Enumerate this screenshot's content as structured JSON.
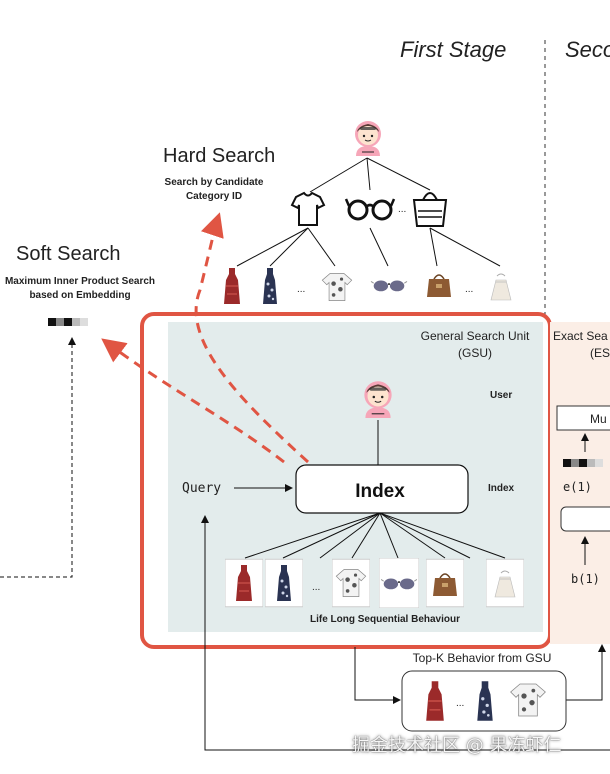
{
  "stages": {
    "first": "First Stage",
    "second": "Seco"
  },
  "hard_search": {
    "title": "Hard Search",
    "subtitle_line1": "Search by Candidate",
    "subtitle_line2": "Category ID"
  },
  "soft_search": {
    "title": "Soft Search",
    "subtitle_line1": "Maximum Inner Product Search",
    "subtitle_line2": "based on Embedding"
  },
  "tree": {
    "ellipsis_top": "...",
    "ellipsis_bottom_1": "...",
    "ellipsis_bottom_2": "..."
  },
  "gsu": {
    "title_line1": "General Search Unit",
    "title_line2": "(GSU)",
    "user_label": "User",
    "index_label": "Index",
    "index_box_text": "Index",
    "query_label": "Query",
    "behavior_label": "Life Long Sequential Behaviour",
    "ellipsis": "..."
  },
  "esu": {
    "title_line1": "Exact Sea",
    "title_line2": "(ES",
    "mu_label": "Mu",
    "e1": "e(1)",
    "b1": "b(1)"
  },
  "topk": {
    "label": "Top-K Behavior from GSU",
    "ellipsis": "..."
  },
  "watermark": "掘金技术社区 @ 果冻虾仁",
  "colors": {
    "red": "#e05543",
    "gsu_bg": "#e3ecec",
    "esu_bg": "#fbeee6"
  },
  "icons": [
    "user-avatar-icon",
    "tshirt-icon",
    "sunglasses-icon",
    "handbag-icon",
    "dress-item-icon",
    "floral-shirt-icon",
    "bag-item-icon"
  ]
}
